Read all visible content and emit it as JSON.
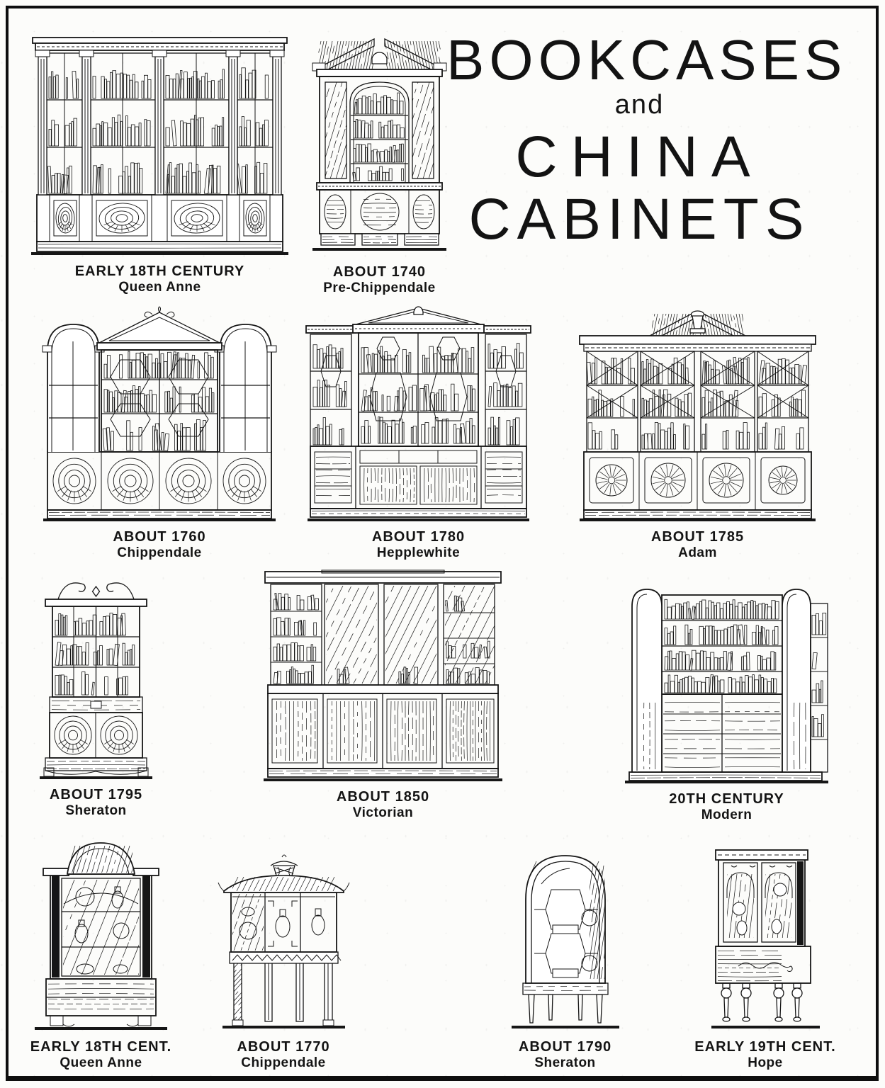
{
  "page": {
    "title": {
      "line1": "BOOKCASES",
      "line2": "and",
      "line3": "CHINA",
      "line4": "CABINETS"
    }
  },
  "figures": [
    {
      "period": "EARLY 18TH CENTURY",
      "style": "Queen Anne"
    },
    {
      "period": "ABOUT 1740",
      "style": "Pre-Chippendale"
    },
    {
      "period": "ABOUT 1760",
      "style": "Chippendale"
    },
    {
      "period": "ABOUT 1780",
      "style": "Hepplewhite"
    },
    {
      "period": "ABOUT 1785",
      "style": "Adam"
    },
    {
      "period": "ABOUT 1795",
      "style": "Sheraton"
    },
    {
      "period": "ABOUT 1850",
      "style": "Victorian"
    },
    {
      "period": "20TH CENTURY",
      "style": "Modern"
    },
    {
      "period": "EARLY 18TH CENT.",
      "style": "Queen Anne"
    },
    {
      "period": "ABOUT 1770",
      "style": "Chippendale"
    },
    {
      "period": "ABOUT 1790",
      "style": "Sheraton"
    },
    {
      "period": "EARLY 19TH CENT.",
      "style": "Hope"
    }
  ]
}
